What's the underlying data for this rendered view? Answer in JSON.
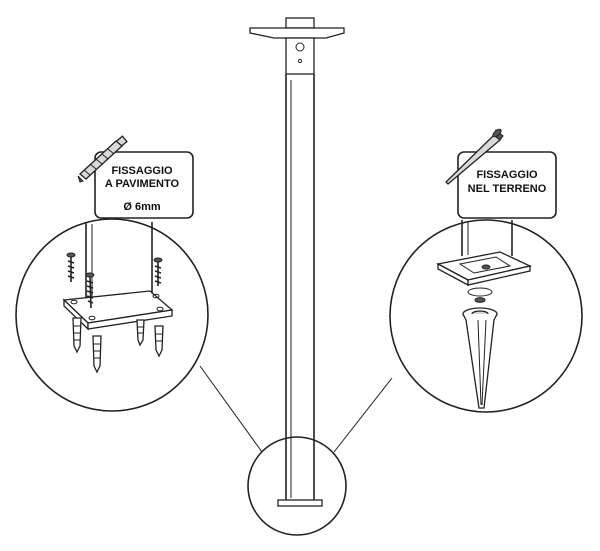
{
  "labels": {
    "floor_line1": "FISSAGGIO",
    "floor_line2": "A PAVIMENTO",
    "floor_dim": "Ø 6mm",
    "ground_line1": "FISSAGGIO",
    "ground_line2": "NEL TERRENO"
  },
  "icons": {
    "floor": "drill-bit-icon",
    "ground": "ground-spike-icon"
  },
  "colors": {
    "line": "#222222",
    "fill_grey": "#d9d9d9",
    "background": "#ffffff"
  }
}
